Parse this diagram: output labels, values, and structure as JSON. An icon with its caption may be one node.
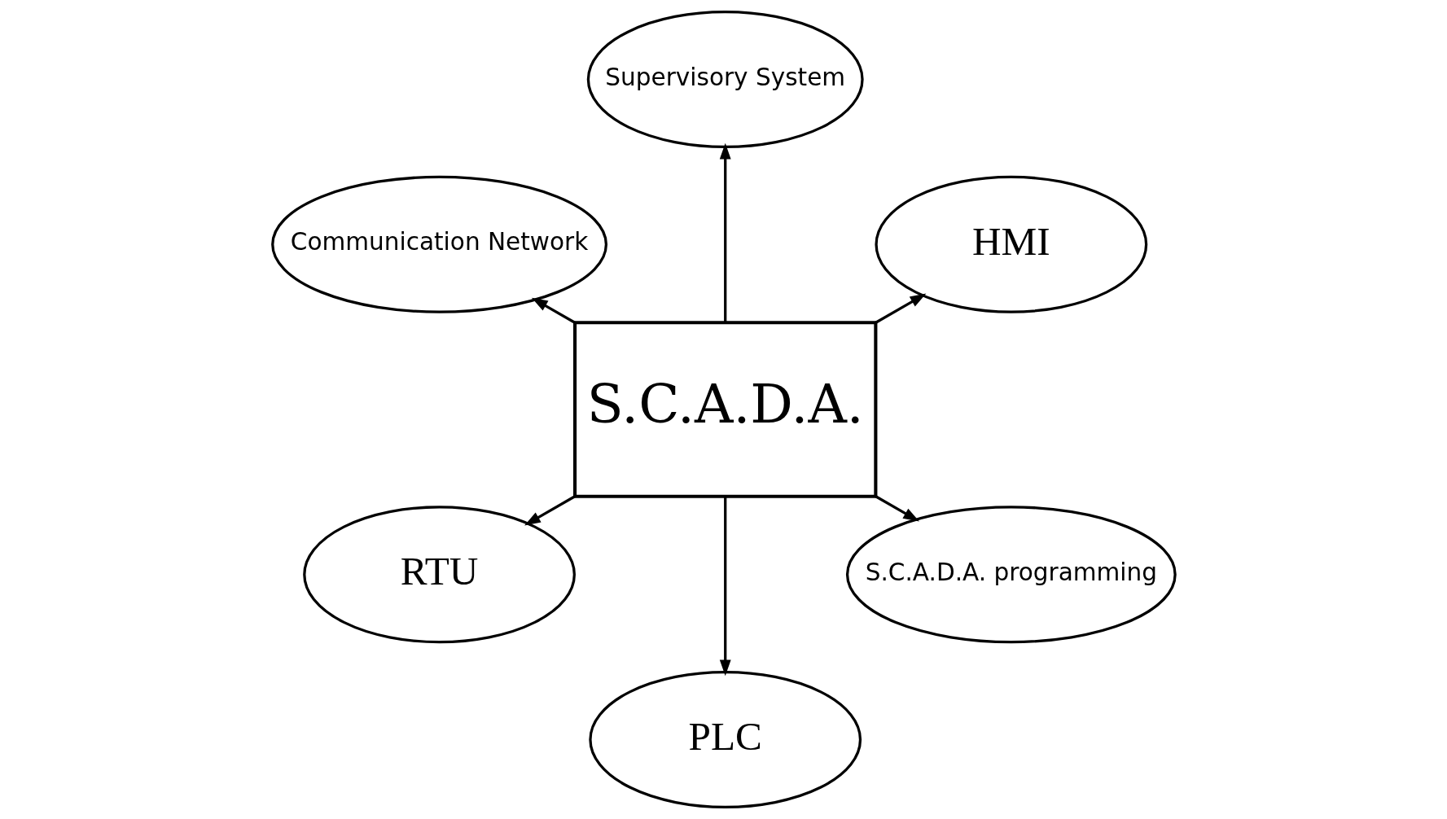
{
  "diagram": {
    "nodes": [
      {
        "text": [
          "HMI"
        ]
      },
      {
        "text": [
          "Supervisory System"
        ]
      },
      {
        "text": [
          "Communication Network"
        ]
      },
      {
        "text": [
          "S.C.A.D.A."
        ]
      },
      {
        "text": [
          "RTU"
        ]
      },
      {
        "text": [
          "PLC"
        ]
      },
      {
        "text": [
          "S.C.A.D.A. programming"
        ]
      }
    ],
    "edges": [
      {
        "from": 3,
        "to": 0,
        "arrow": "to"
      },
      {
        "from": 3,
        "to": 1,
        "arrow": "to"
      },
      {
        "from": 3,
        "to": 2,
        "arrow": "to"
      },
      {
        "from": 3,
        "to": 4,
        "arrow": "to"
      },
      {
        "from": 3,
        "to": 5,
        "arrow": "to"
      },
      {
        "from": 3,
        "to": 6,
        "arrow": "to"
      }
    ]
  }
}
